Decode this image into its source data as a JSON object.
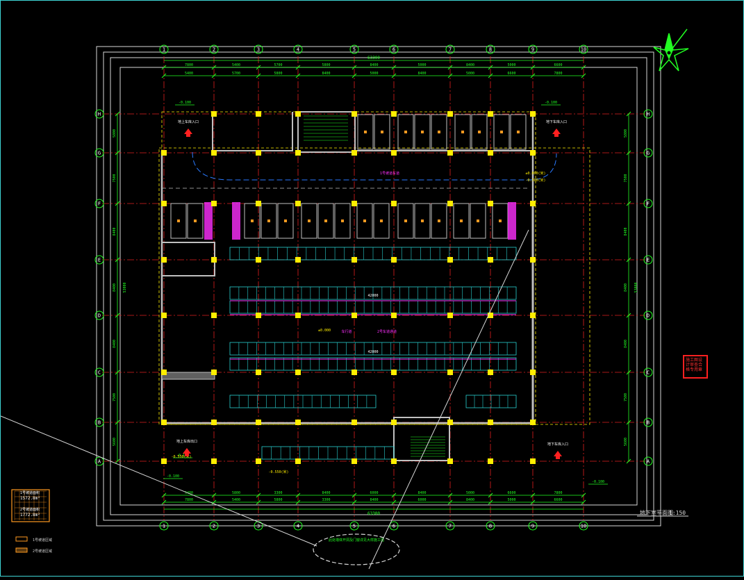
{
  "drawing": {
    "title": "地下室平面图",
    "scale": "1:150",
    "axes_x": [
      "1",
      "2",
      "3",
      "4",
      "5",
      "6",
      "7",
      "8",
      "9",
      "10"
    ],
    "axes_y": [
      "H",
      "G",
      "F",
      "E",
      "D",
      "C",
      "B",
      "A"
    ],
    "top_total_dim": "63300",
    "bottom_total_dim": "63300",
    "top_bay_dims": [
      "7800",
      "5400",
      "5700",
      "5800",
      "8400",
      "5000",
      "8400",
      "5000",
      "6600",
      "7800"
    ],
    "bottom_bay_dims": [
      "7800",
      "5400",
      "5800",
      "3300",
      "8400",
      "6000",
      "8400",
      "5000",
      "6600",
      "7800"
    ],
    "left_side_dims": [
      "5800",
      "7500",
      "8400",
      "8400",
      "8400",
      "7500",
      "5600"
    ],
    "right_side_dims": [
      "5800",
      "7500",
      "8400",
      "8400",
      "8400",
      "7500",
      "5600"
    ],
    "left_total_dim": "53000",
    "right_total_dim": "53000",
    "level_labels": [
      "-0.100",
      "-0.100",
      "-0.100",
      "-0.100",
      "-0.100"
    ],
    "floor_levels": [
      "±0.000(米)",
      "-0.500(米)",
      "-0.550(米)",
      "-0.550(米)",
      "±0.000"
    ],
    "entrance_labels": [
      "地上车库入口",
      "地下车库入口",
      "地上车库出口",
      "地下车库入口"
    ],
    "lane_labels": [
      "1号坡道车道",
      "车行道",
      "2号车道通道"
    ],
    "parking_row_label": "42000",
    "cloud_note": "此处墙体开洞及门窗详见大样施工图",
    "legend": {
      "area_title": "1号坡道面积",
      "area_1": "1572.8m²",
      "area_title_2": "2号坡道面积",
      "area_2": "1772.8m²",
      "item_1": "1号坡道区域",
      "item_2": "2号坡道区域"
    },
    "stamp_text": "施工图设计审查合格专用章",
    "colors": {
      "background": "#000000",
      "axis_line": "#e02020",
      "axis_bubble": "#22ff22",
      "wall": "#c0c0c0",
      "column": "#ffee00",
      "dim": "#22ff22",
      "parking": "#28d0d0",
      "magenta": "#ff30ff",
      "border": "#d8d8d8",
      "compass": "#22ff22"
    },
    "icons": [
      "north-arrow-icon",
      "entrance-arrow-icon",
      "revision-cloud-icon"
    ]
  }
}
